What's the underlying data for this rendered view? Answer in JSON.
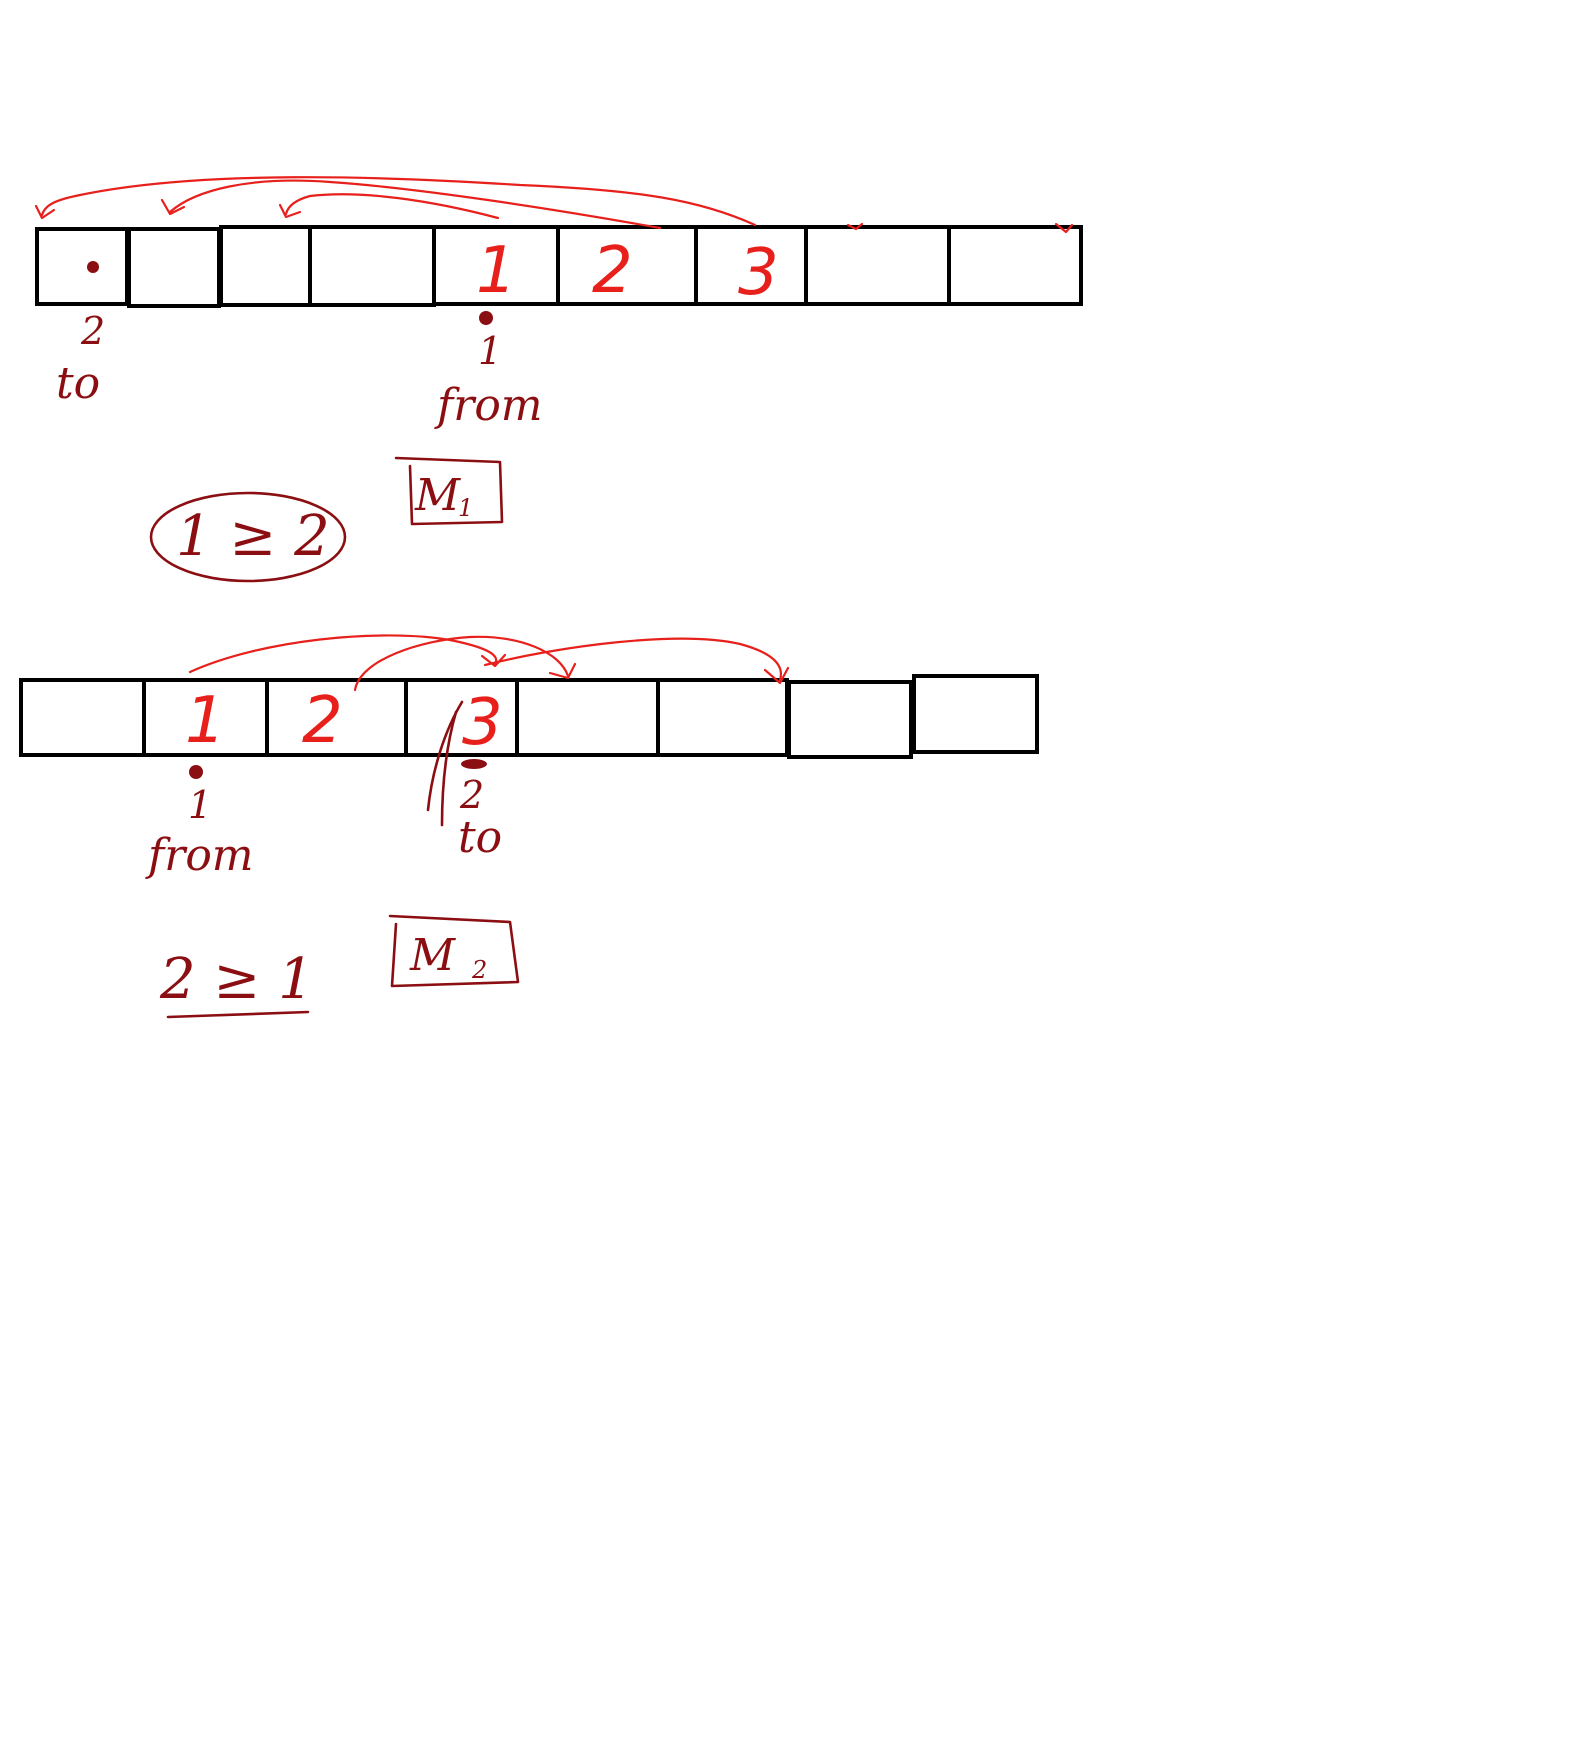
{
  "colors": {
    "background": "#ffffff",
    "grid": "#000000",
    "arrows": "#e8201c",
    "annotations": "#8b0f12"
  },
  "diagram_1": {
    "cell_values": [
      "",
      "",
      "",
      "",
      "1",
      "2",
      "3",
      "",
      ""
    ],
    "to_index": "2",
    "to_label": "to",
    "from_index": "1",
    "from_label": "from",
    "comparison": "1 ≥ 2",
    "boxed_label": "M",
    "boxed_subscript": "1"
  },
  "diagram_2": {
    "cell_values": [
      "",
      "1",
      "2",
      "3",
      "",
      "",
      "",
      ""
    ],
    "from_index": "1",
    "from_label": "from",
    "to_index": "2",
    "to_label": "to",
    "comparison": "2 ≥ 1",
    "boxed_label": "M",
    "boxed_subscript": "2"
  }
}
